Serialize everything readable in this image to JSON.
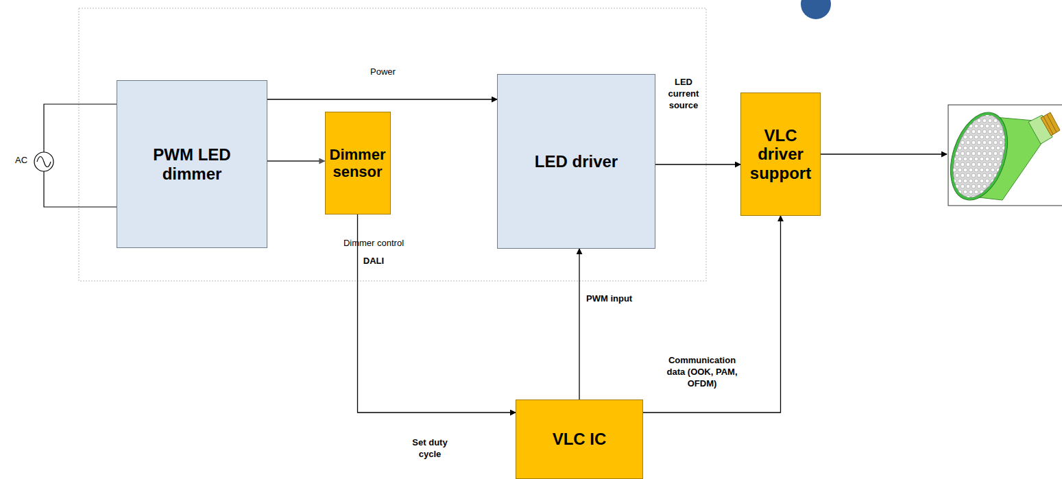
{
  "diagram": {
    "nodes": [
      {
        "text": [
          "PWM LED dimmer"
        ]
      },
      {
        "text": [
          "Dimmer sensor"
        ]
      },
      {
        "text": [
          "LED driver"
        ]
      },
      {
        "text": [
          "VLC driver support"
        ]
      },
      {
        "text": [
          "VLC IC"
        ]
      }
    ],
    "edges": [
      {
        "from": 0,
        "to": 2,
        "arrow": "to",
        "label": "Power"
      },
      {
        "from": 0,
        "to": 1,
        "arrow": "to"
      },
      {
        "from": 2,
        "to": 3,
        "arrow": "to",
        "label": "LED current source"
      },
      {
        "from": 1,
        "to": 4,
        "arrow": "to",
        "label": "Set duty cycle"
      },
      {
        "from": 4,
        "to": 2,
        "arrow": "to",
        "label": "PWM input"
      },
      {
        "from": 4,
        "to": 3,
        "arrow": "to",
        "label": "Communication data (OOK, PAM, OFDM)"
      }
    ],
    "labels": [
      "AC",
      "Dimmer control",
      "DALI"
    ]
  }
}
